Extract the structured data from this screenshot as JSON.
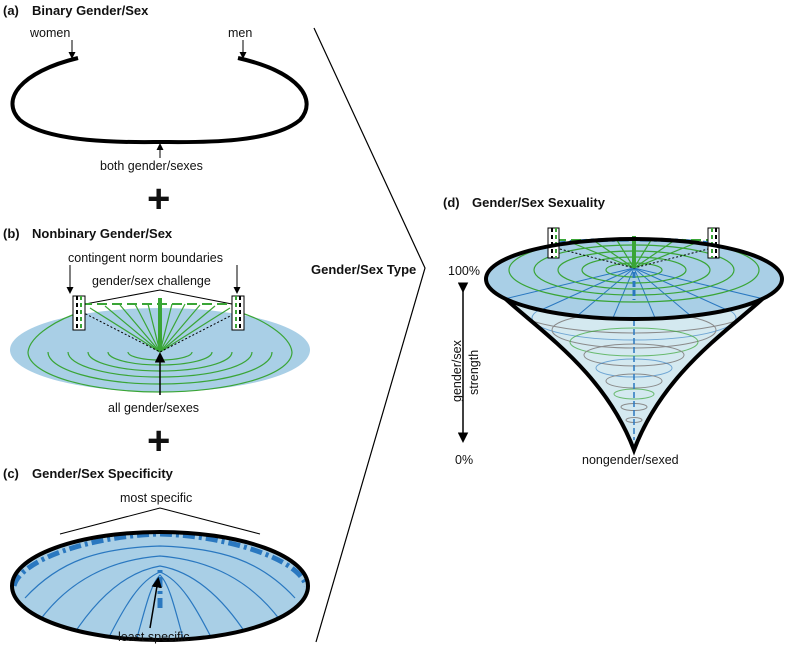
{
  "panel_a": {
    "title_prefix": "(a)",
    "title": "Binary Gender/Sex",
    "label_left": "women",
    "label_right": "men",
    "label_bottom": "both gender/sexes"
  },
  "plus_1": "+",
  "panel_b": {
    "title_prefix": "(b)",
    "title": "Nonbinary Gender/Sex",
    "label_boundaries": "contingent norm boundaries",
    "label_challenge": "gender/sex challenge",
    "label_all": "all gender/sexes"
  },
  "plus_2": "+",
  "panel_c": {
    "title_prefix": "(c)",
    "title": "Gender/Sex Specificity",
    "label_most": "most specific",
    "label_least": "least specific"
  },
  "middle_label": "Gender/Sex Type",
  "panel_d": {
    "title_prefix": "(d)",
    "title": "Gender/Sex Sexuality",
    "label_top_pct": "100%",
    "label_bottom_pct": "0%",
    "axis_label_line1": "gender/sex",
    "axis_label_line2": "strength",
    "label_bottom": "nongender/sexed"
  },
  "colors": {
    "fill_blue": "#a9cfe6",
    "line_blue": "#2a78c0",
    "green": "#3aa536",
    "outline": "#000000"
  }
}
